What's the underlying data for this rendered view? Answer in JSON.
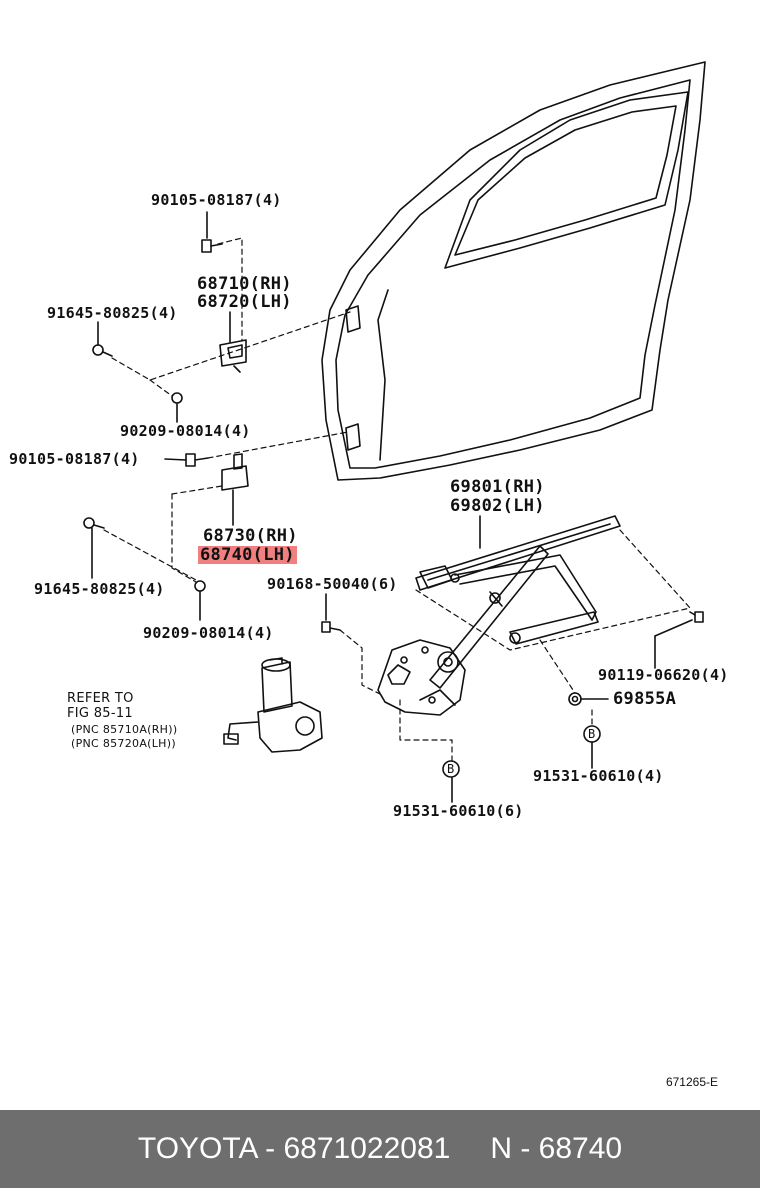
{
  "labels": {
    "top_bolt": "90105-08187(4)",
    "upper_hinge_rh": "68710(RH)",
    "upper_hinge_lh": "68720(LH)",
    "upper_bolt": "91645-80825(4)",
    "upper_nut": "90209-08014(4)",
    "mid_bolt": "90105-08187(4)",
    "lower_hinge_rh": "68730(RH)",
    "lower_hinge_lh": "68740(LH)",
    "lower_bolt": "91645-80825(4)",
    "lower_nut": "90209-08014(4)",
    "regulator_rh": "69801(RH)",
    "regulator_lh": "69802(LH)",
    "regulator_bolt": "90168-50040(6)",
    "roller_bolt": "90119-06620(4)",
    "bushing": "69855A",
    "rivet_right_b": "B",
    "rivet_right": "91531-60610(4)",
    "rivet_left_b": "B",
    "rivet_left": "91531-60610(6)",
    "refer_line1": "REFER TO",
    "refer_line2": "FIG 85-11",
    "refer_line3": "(PNC 85710A(RH))",
    "refer_line4": "(PNC 85720A(LH))",
    "drawing_code": "671265-E"
  },
  "footer": {
    "brand_part": "TOYOTA - 6871022081",
    "ref": "N - 68740"
  },
  "colors": {
    "highlight": "#f08080",
    "footer_bg": "#6e6e6e",
    "line": "#111111"
  }
}
